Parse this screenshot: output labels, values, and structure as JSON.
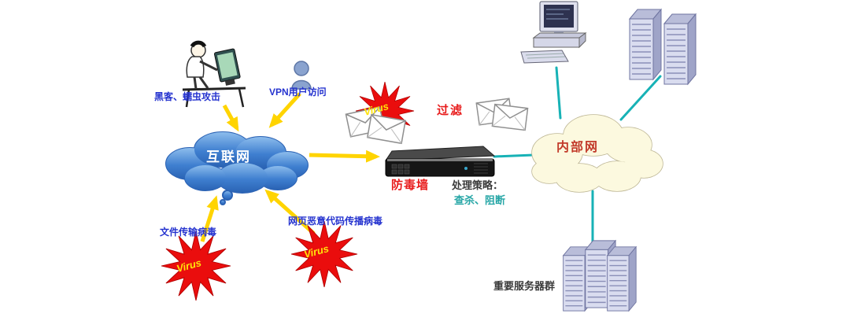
{
  "labels": {
    "hacker_attack": "黑客、蠕虫攻击",
    "vpn_access": "VPN用户访问",
    "internet": "互联网",
    "intranet": "内部网",
    "filter": "过滤",
    "antivirus_wall": "防毒墙",
    "policy_title": "处理策略：",
    "policy_actions": "查杀、阻断",
    "file_transfer_virus": "文件传输病毒",
    "web_malicious_code_virus": "网页恶意代码传播病毒",
    "important_servers": "重要服务器群",
    "virus": "Virus"
  },
  "colors": {
    "internet_cloud": "#3a77c8",
    "intranet_cloud": "#fcf9df",
    "arrow_yellow": "#ffd400",
    "link_teal": "#17b2b6",
    "virus_star": "#ea0d0d",
    "virus_text": "#ffe30a",
    "label_blue": "#2533cf",
    "label_red": "#e81c1c",
    "policy_teal": "#28a7a7"
  }
}
